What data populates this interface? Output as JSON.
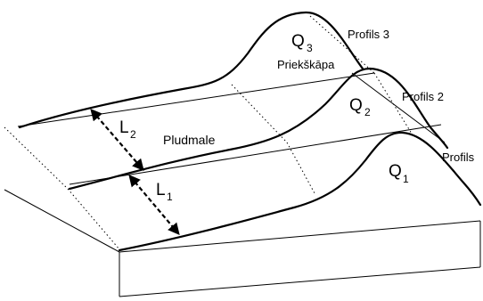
{
  "labels": {
    "profile_3": "Profils 3",
    "profile_2": "Profils 2",
    "profile_1": "Profils",
    "foredune": "Priekškāpa",
    "beach": "Pludmale",
    "q_letter": "Q",
    "q1_sub": "1",
    "q2_sub": "2",
    "q3_sub": "3",
    "l_letter": "L",
    "l1_sub": "1",
    "l2_sub": "2"
  }
}
